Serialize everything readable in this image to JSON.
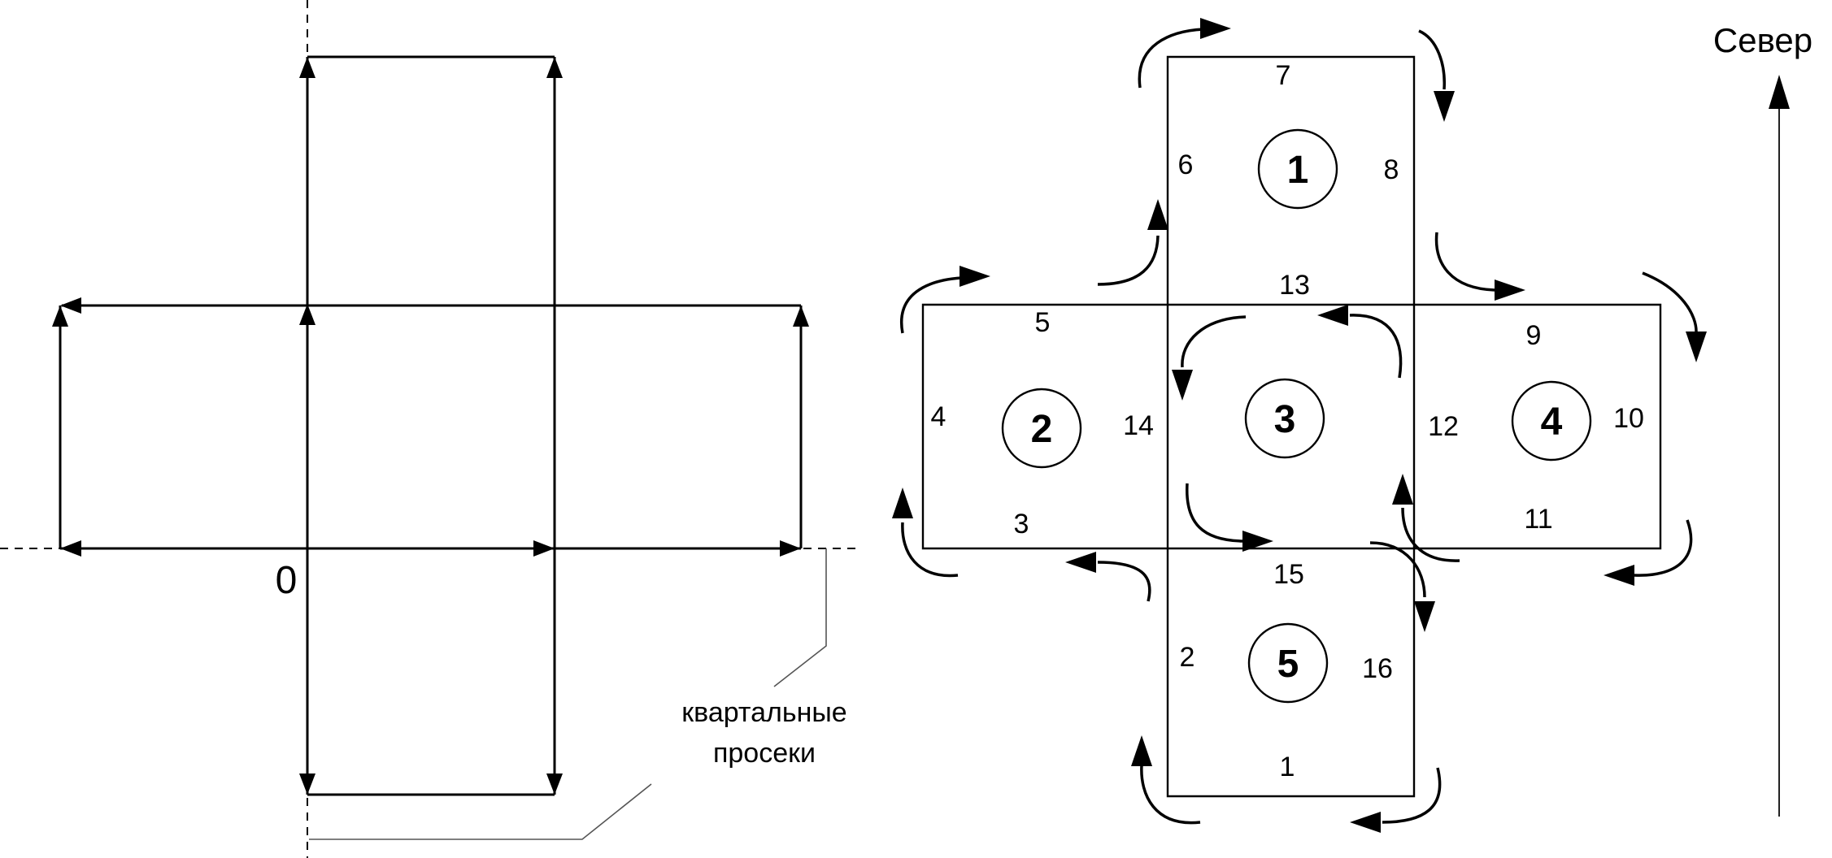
{
  "left_diagram": {
    "origin_label": "0",
    "callout_label_line1": "квартальные",
    "callout_label_line2": "просеки"
  },
  "right_diagram": {
    "plots": [
      "1",
      "2",
      "3",
      "4",
      "5"
    ],
    "side_labels": [
      "1",
      "2",
      "3",
      "4",
      "5",
      "6",
      "7",
      "8",
      "9",
      "10",
      "11",
      "12",
      "13",
      "14",
      "15",
      "16"
    ],
    "north_label": "Север"
  }
}
